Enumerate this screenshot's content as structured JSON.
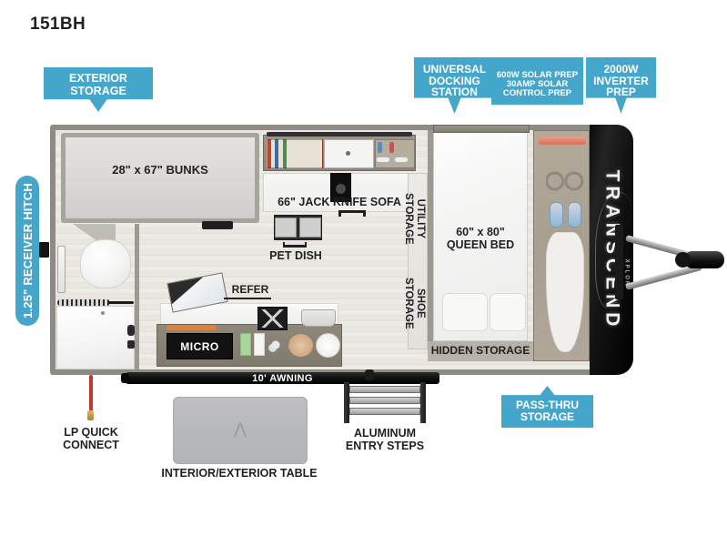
{
  "page": {
    "model_title": "151BH",
    "brand": "TRANSCEND",
    "brand_sub": "XPLOR",
    "accent_color": "#45a6cb",
    "text_color": "#231f20"
  },
  "callouts": [
    {
      "id": "exterior-storage",
      "lines": "EXTERIOR\nSTORAGE",
      "direction": "down"
    },
    {
      "id": "universal-docking",
      "lines": "UNIVERSAL\nDOCKING\nSTATION",
      "direction": "down"
    },
    {
      "id": "solar-prep",
      "lines": "600W SOLAR PREP\n30AMP SOLAR\nCONTROL PREP",
      "direction": "flat"
    },
    {
      "id": "inverter-prep",
      "lines": "2000W\nINVERTER\nPREP",
      "direction": "down"
    },
    {
      "id": "pass-thru-storage",
      "lines": "PASS-THRU\nSTORAGE",
      "direction": "up"
    }
  ],
  "hitch_badge": {
    "label": "1.25\" RECEIVER HITCH"
  },
  "interior_labels": {
    "bunks": "28\" x 67\" BUNKS",
    "sofa": "66\" JACK KNIFE SOFA",
    "pet_dish": "PET DISH",
    "refer": "REFER",
    "micro": "MICRO",
    "utility_storage": "UTILITY\nSTORAGE",
    "shoe_storage": "SHOE\nSTORAGE",
    "queen_bed": "60\" x 80\"\nQUEEN BED",
    "hidden_storage": "HIDDEN STORAGE"
  },
  "exterior_labels": {
    "awning": "10' AWNING",
    "lp_quick_connect": "LP QUICK\nCONNECT",
    "interior_exterior_table": "INTERIOR/EXTERIOR TABLE",
    "aluminum_entry_steps": "ALUMINUM\nENTRY STEPS"
  }
}
